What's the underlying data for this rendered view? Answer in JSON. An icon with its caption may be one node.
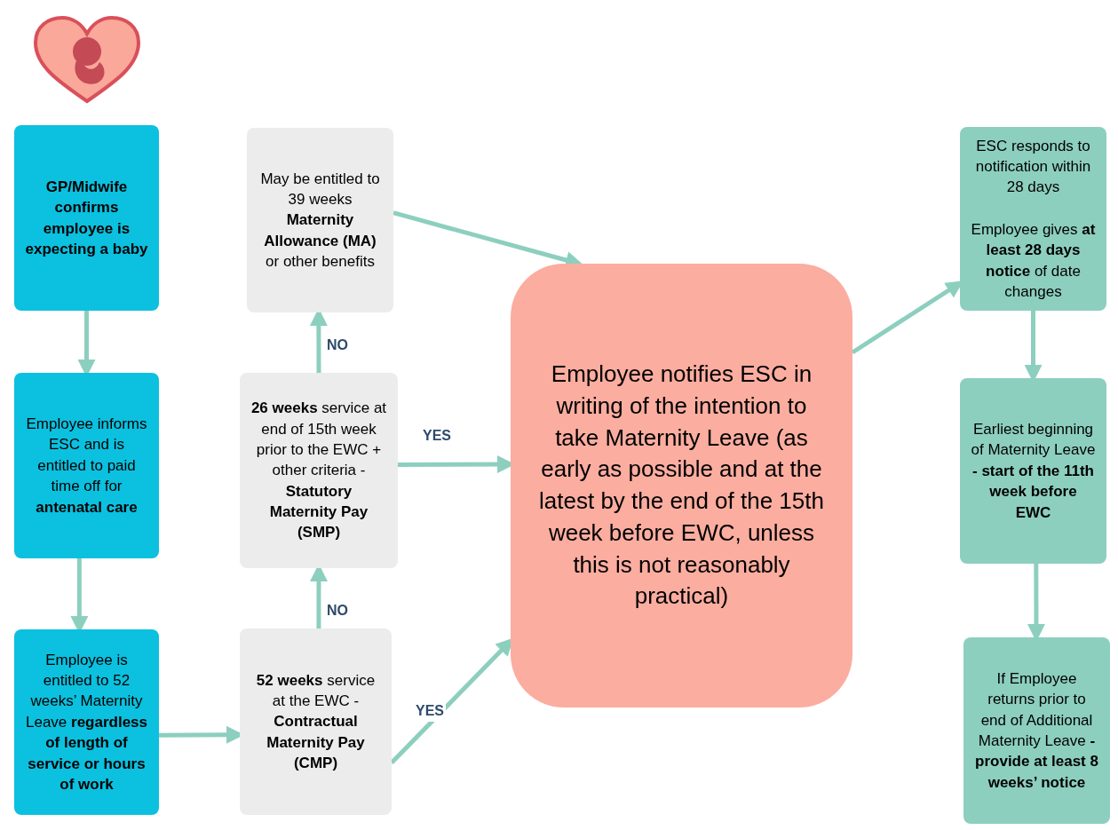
{
  "diagram": {
    "nodes": [
      {
        "text": [
          "GP/Midwife confirms employee is expecting a baby"
        ]
      },
      {
        "text": [
          "Employee informs ESC and is entitled to paid time off for **antenatal care**"
        ]
      },
      {
        "text": [
          "Employee is entitled to 52 weeks’ Maternity Leave **regardless of length of service or hours of work**"
        ]
      },
      {
        "text": [
          "**52 weeks** service at the EWC - **Contractual Maternity Pay (CMP)**"
        ]
      },
      {
        "text": [
          "**26 weeks** service at end of 15th week prior to the EWC + other criteria - **Statutory Maternity Pay (SMP)**"
        ]
      },
      {
        "text": [
          "May be entitled to 39 weeks **Maternity Allowance (MA)** or other benefits"
        ]
      },
      {
        "text": [
          "Employee notifies ESC in writing of the intention to take Maternity Leave (as early as possible and at the latest by the end of the 15th week before EWC, unless this is not reasonably practical)"
        ]
      },
      {
        "text": [
          "ESC responds to notification within 28 days",
          "Employee gives **at least 28 days notice** of date changes"
        ]
      },
      {
        "text": [
          "Earliest beginning of Maternity Leave **- start of the 11th week before EWC**"
        ]
      },
      {
        "text": [
          "If Employee returns prior to end of Additional Maternity Leave **- provide at least 8 weeks’ notice**"
        ]
      }
    ],
    "edges": [
      {
        "from": 0,
        "to": 1,
        "arrow": "to"
      },
      {
        "from": 1,
        "to": 2,
        "arrow": "to"
      },
      {
        "from": 2,
        "to": 3,
        "arrow": "to"
      },
      {
        "from": 3,
        "to": 4,
        "arrow": "to",
        "label": "NO"
      },
      {
        "from": 4,
        "to": 5,
        "arrow": "to",
        "label": "NO"
      },
      {
        "from": 4,
        "to": 6,
        "arrow": "to",
        "label": "YES"
      },
      {
        "from": 3,
        "to": 6,
        "arrow": "to",
        "label": "YES"
      },
      {
        "from": 5,
        "to": 6,
        "arrow": "to"
      },
      {
        "from": 6,
        "to": 7,
        "arrow": "to"
      },
      {
        "from": 7,
        "to": 8,
        "arrow": "to"
      },
      {
        "from": 8,
        "to": 9,
        "arrow": "to"
      }
    ]
  }
}
